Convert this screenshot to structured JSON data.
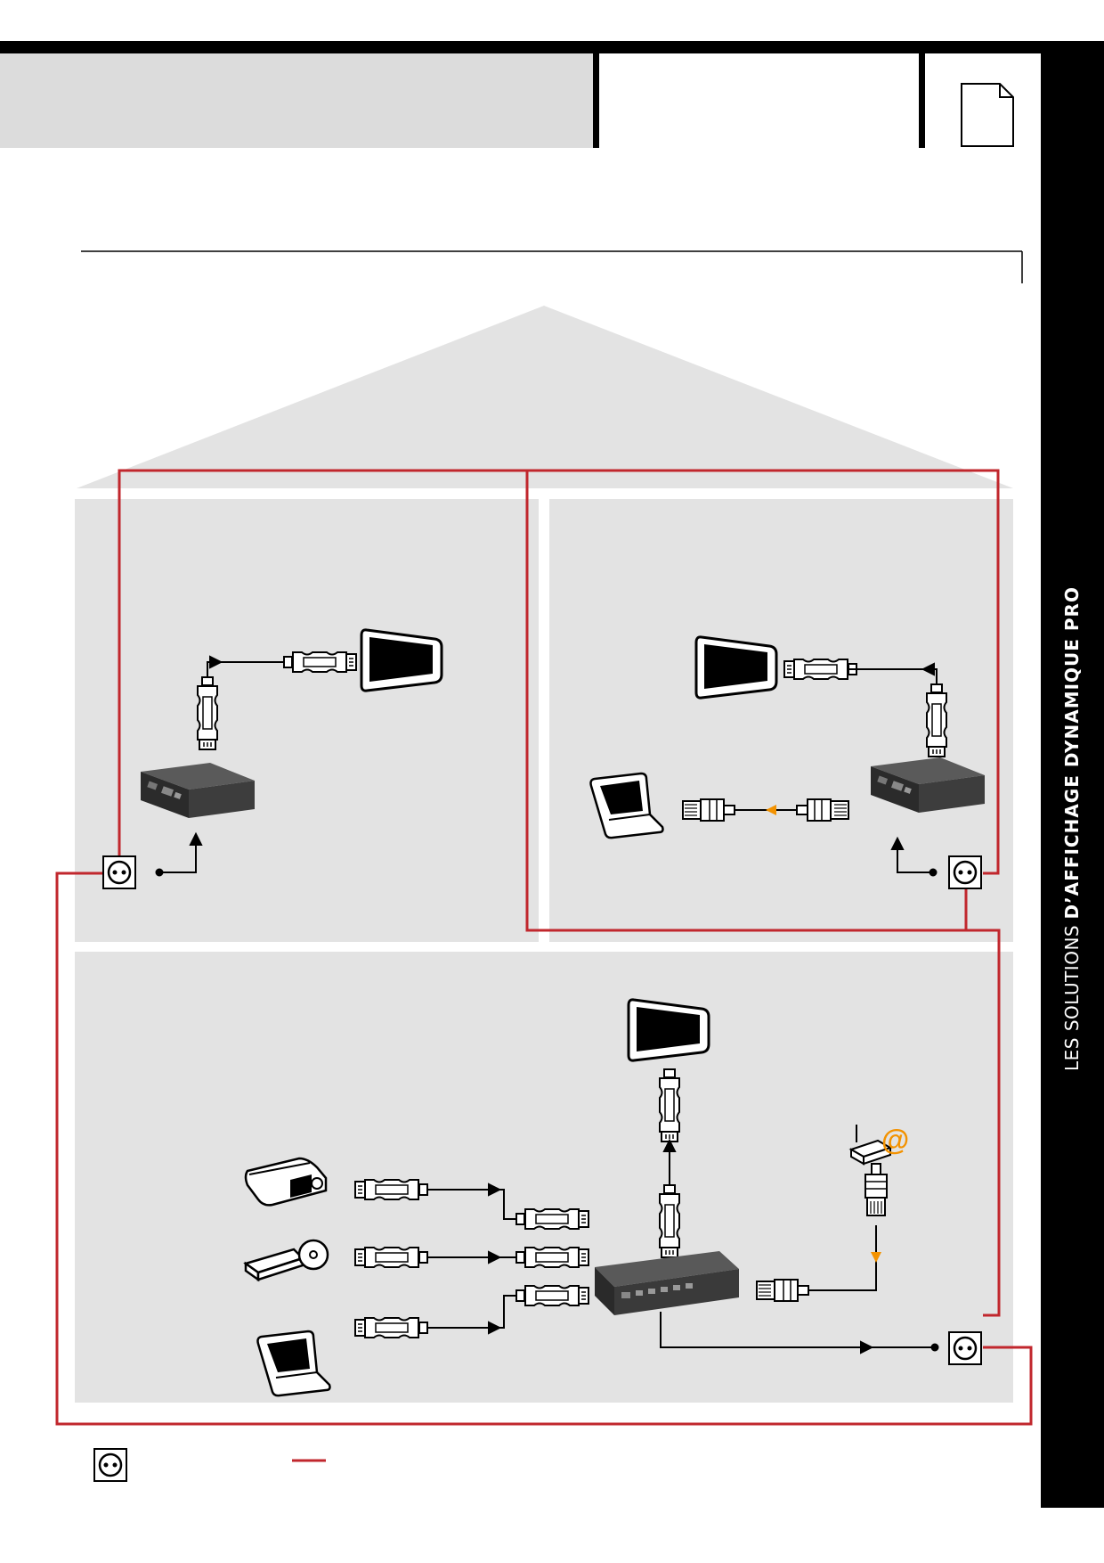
{
  "header": {
    "title": "",
    "page_number": "",
    "document_icon": "document-page-icon"
  },
  "sidebar": {
    "brand_light": "LES SOLUTIONS",
    "brand_bold": "D’AFFICHAGE DYNAMIQUE PRO"
  },
  "legend": {
    "outlet_icon": "power-outlet-icon",
    "outlet_label": "",
    "line_label": "",
    "line_color": "#c1272d"
  },
  "colors": {
    "power_line": "#c1272d",
    "network_accent": "#f39200",
    "room_fill": "#e3e3e3",
    "roof_fill": "#e3e3e3"
  },
  "icons": {
    "internet_symbol": "@"
  },
  "rooms": [
    {
      "name": "room-top-left",
      "devices": [
        "hdmi-receiver",
        "display-screen",
        "power-outlet"
      ]
    },
    {
      "name": "room-top-right",
      "devices": [
        "hdmi-receiver",
        "display-screen",
        "laptop",
        "power-outlet"
      ]
    },
    {
      "name": "room-bottom",
      "devices": [
        "hdmi-matrix-transmitter",
        "display-screen",
        "projector",
        "dvd-player",
        "laptop",
        "internet-router",
        "power-outlet"
      ]
    }
  ]
}
